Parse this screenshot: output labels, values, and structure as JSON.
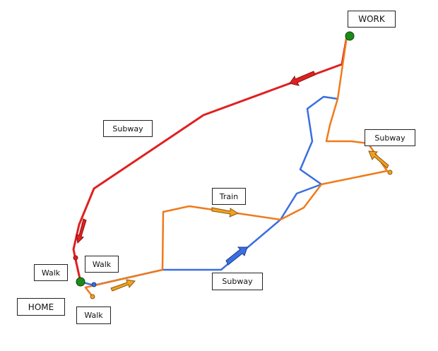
{
  "labels": {
    "work": "WORK",
    "home": "HOME",
    "subway_red": "Subway",
    "subway_orange": "Subway",
    "subway_blue": "Subway",
    "train": "Train",
    "walk_left": "Walk",
    "walk_blue": "Walk",
    "walk_orange": "Walk"
  },
  "routes": [
    {
      "id": "red",
      "color": "#e02020"
    },
    {
      "id": "orange",
      "color": "#f07a1a"
    },
    {
      "id": "blue",
      "color": "#3a6fe0"
    }
  ],
  "markers": {
    "endpoint_color": "#1a8a1a",
    "arrow_orange": "#f0a020",
    "arrow_red": "#e02020",
    "arrow_blue": "#3a6fe0"
  }
}
